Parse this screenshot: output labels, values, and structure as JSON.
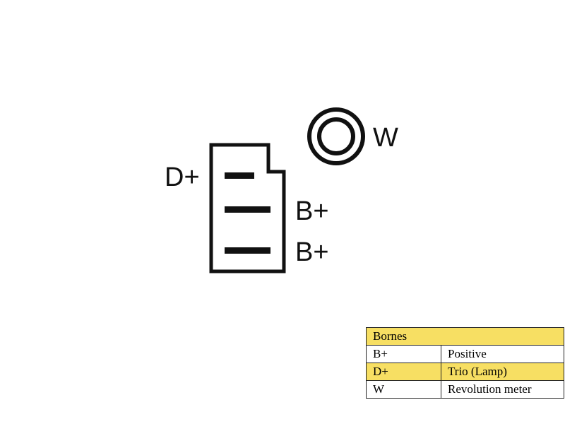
{
  "diagram": {
    "connector_terminals": [
      {
        "label": "D+"
      },
      {
        "label": "B+"
      },
      {
        "label": "B+"
      }
    ],
    "round_terminal_label": "W"
  },
  "legend": {
    "header": "Bornes",
    "rows": [
      {
        "code": "B+",
        "meaning": "Positive",
        "highlight": false
      },
      {
        "code": "D+",
        "meaning": "Trio (Lamp)",
        "highlight": true
      },
      {
        "code": "W",
        "meaning": "Revolution meter",
        "highlight": false
      }
    ],
    "highlight_color": "#f7df63"
  }
}
